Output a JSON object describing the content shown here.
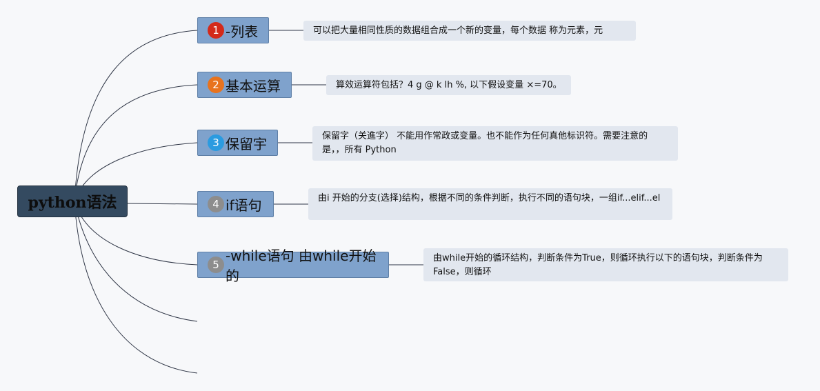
{
  "root": {
    "label": "python语法"
  },
  "branches": [
    {
      "badge": "1",
      "badge_color": "#d42a1a",
      "label": "-列表",
      "note": "可以把大量相同性质的数据组合成一个新的变量，每个数据 称为元素，元"
    },
    {
      "badge": "2",
      "badge_color": "#e8731e",
      "label": "基本运算",
      "note": "算效运算符包括？4 g @ k lh %, 以下假设变量 ×=70。"
    },
    {
      "badge": "3",
      "badge_color": "#2b9be0",
      "label": "保留宇",
      "note": "保留字（关進字） 不能用作常政或变量。也不能作为任何真他标识符。需要注意的是，，所有 Python"
    },
    {
      "badge": "4",
      "badge_color": "#8d8d8d",
      "label": "if语句",
      "note": "由i 开始的分支(选择)结构，根据不同的条件判断，执行不同的语句块，一组if...elif...el"
    },
    {
      "badge": "5",
      "badge_color": "#8d8d8d",
      "label": "-while语句 由while开始的",
      "note": "由while开始的循环结构，判断条件为True，则循环执行以下的语句块，判断条件为False，则循环"
    }
  ]
}
